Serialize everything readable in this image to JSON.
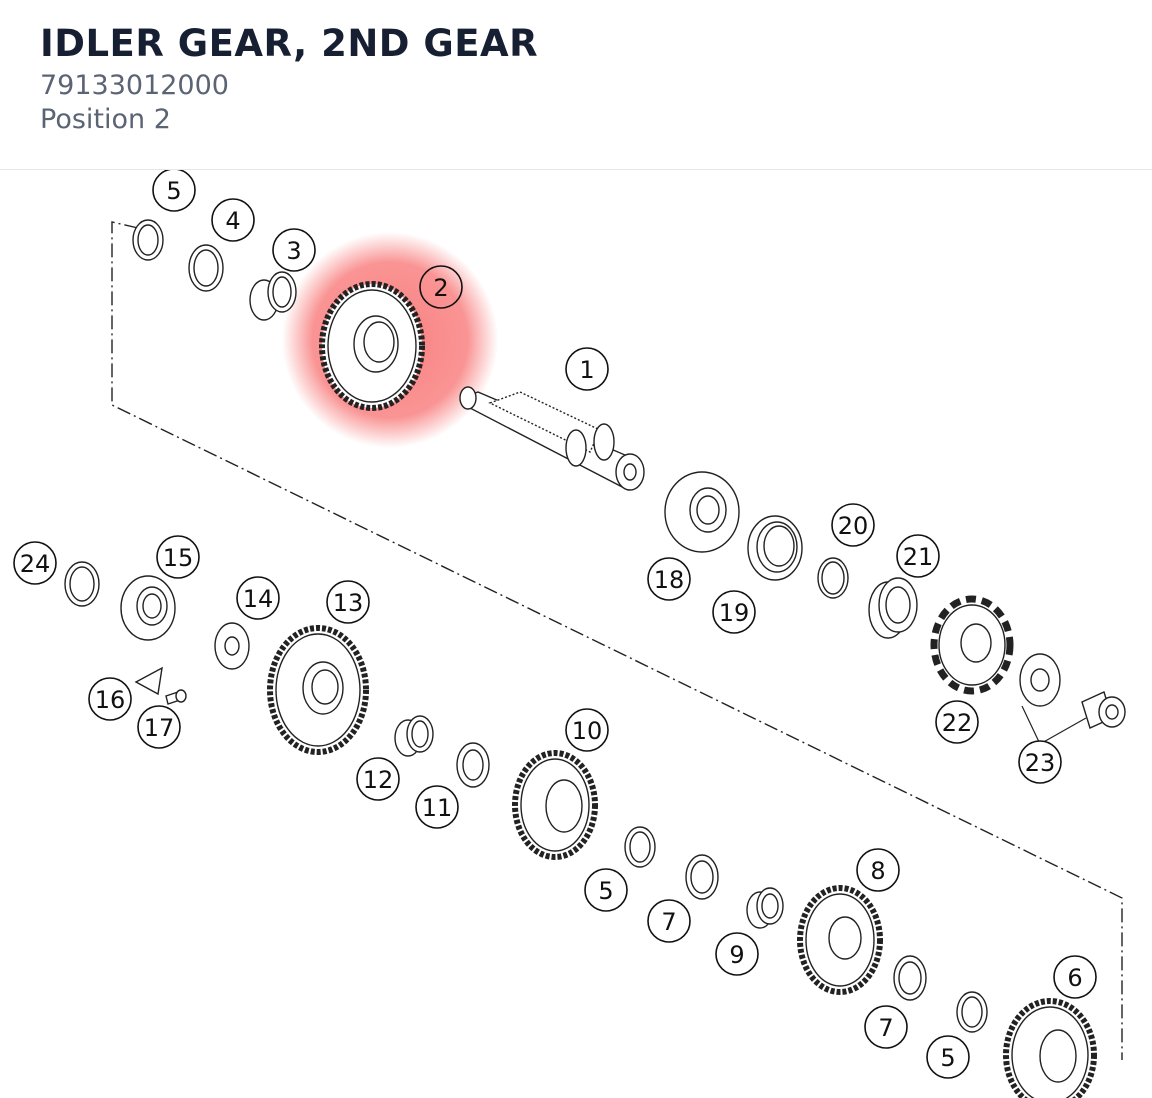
{
  "header": {
    "title": "IDLER GEAR, 2ND GEAR",
    "part_number": "79133012000",
    "position": "Position 2"
  },
  "diagram": {
    "highlight_color": "#f87171",
    "selected_callout": "2",
    "callouts": [
      "5",
      "4",
      "3",
      "2",
      "1",
      "18",
      "19",
      "20",
      "21",
      "22",
      "23",
      "24",
      "15",
      "14",
      "13",
      "16",
      "17",
      "12",
      "11",
      "10",
      "5",
      "7",
      "9",
      "8",
      "7",
      "5",
      "6"
    ]
  }
}
